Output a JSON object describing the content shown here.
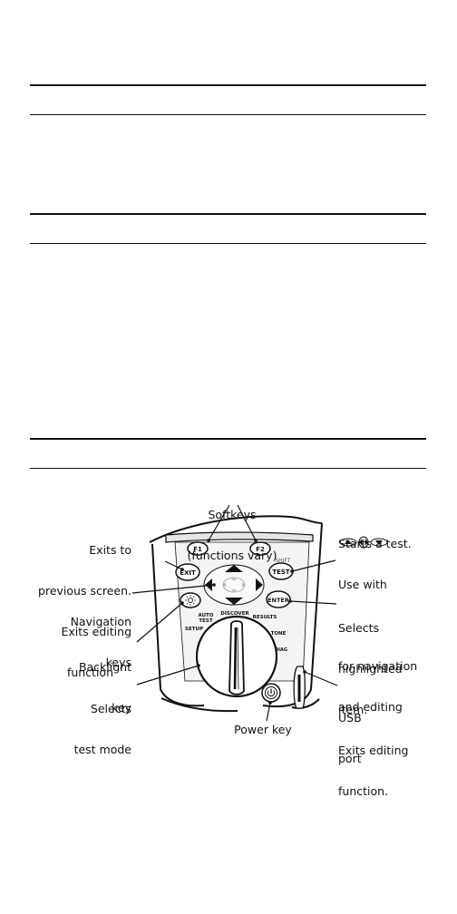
{
  "callouts": {
    "softkeys": [
      "Softkeys",
      "(functions vary)"
    ],
    "exits": [
      "Exits to",
      "previous screen.",
      "Exits editing",
      "function"
    ],
    "starts": [
      "Starts a test.",
      "Use with"
    ],
    "starts_tail": [
      "for navigation",
      "and editing"
    ],
    "navigation": [
      "Navigation",
      "keys"
    ],
    "selects_item": [
      "Selects",
      "highlighted",
      "item.",
      "Exits editing",
      "function."
    ],
    "backlight": [
      "Backlight",
      "key"
    ],
    "selects_mode": [
      "Selects",
      "test mode"
    ],
    "usb": [
      "USB",
      "port"
    ],
    "power": "Power key"
  },
  "device": {
    "keys": {
      "f1": "F1",
      "f2": "F2",
      "exit": "EXIT",
      "test": "TEST",
      "shift": "SHIFT",
      "enter": "ENTER"
    },
    "dial": {
      "discover": "DISCOVER",
      "auto": "AUTO",
      "test": "TEST",
      "results": "RESULTS",
      "setup": "SETUP",
      "tone": "TONE",
      "diag": "DIAG"
    }
  }
}
